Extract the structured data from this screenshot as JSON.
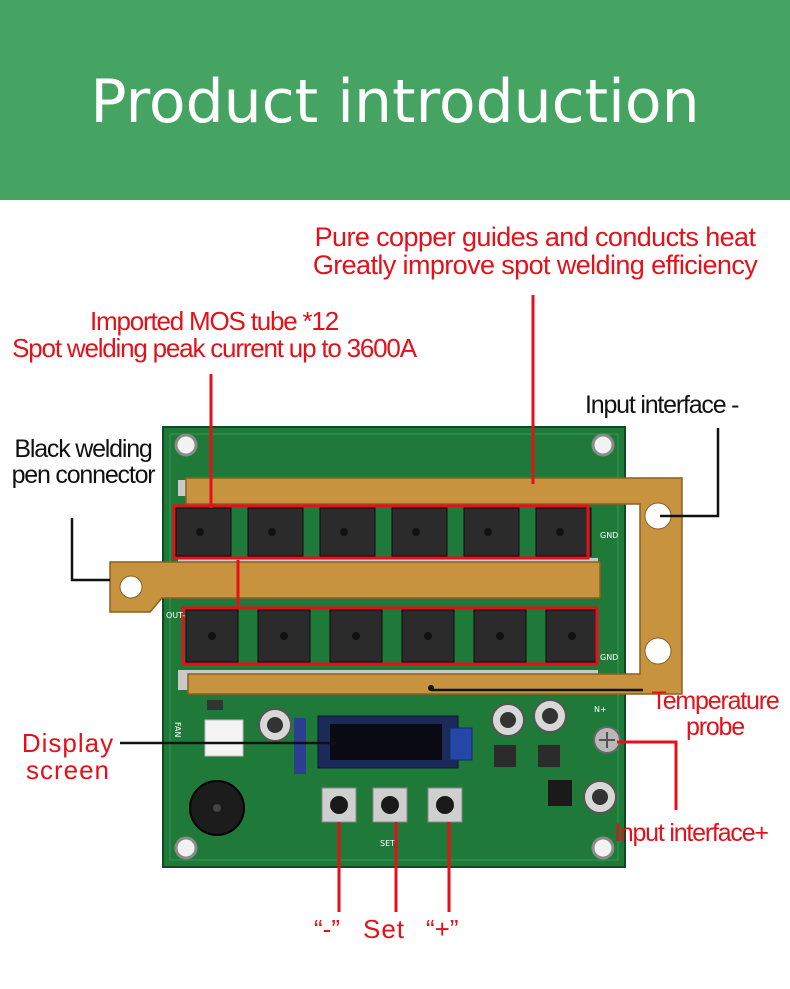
{
  "header": {
    "title": "Product introduction",
    "background_color": "#46a463"
  },
  "annotations": {
    "copper": {
      "line1": "Pure copper guides and conducts heat",
      "line2": "Greatly improve spot welding efficiency"
    },
    "mos": {
      "line1": "Imported MOS tube *12",
      "line2": "Spot welding peak current up to 3600A"
    },
    "input_minus": "Input interface -",
    "pen_connector": {
      "line1": "Black welding",
      "line2": "pen connector"
    },
    "temperature": {
      "line1": "Temperature",
      "line2": "probe"
    },
    "display": {
      "line1": "Display",
      "line2": "screen"
    },
    "input_plus": "Input interface+",
    "buttons": {
      "minus": "“-”",
      "set": "Set",
      "plus": "“+”"
    }
  },
  "board": {
    "silkscreen": {
      "gnd": "GND",
      "out": "OUT-",
      "fan": "FAN",
      "set": "SET",
      "n_plus": "N+"
    }
  },
  "colors": {
    "accent_red": "#e4101a",
    "pcb_green": "#1f7a3a",
    "copper": "#c8933f"
  }
}
